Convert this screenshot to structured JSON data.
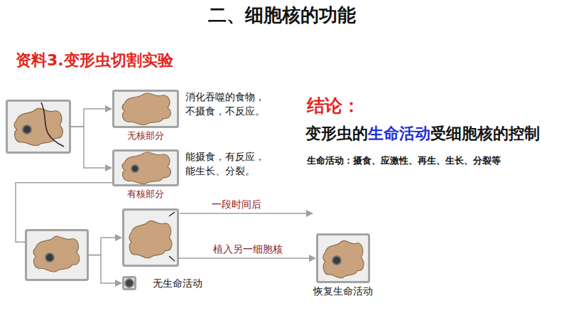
{
  "diagram": {
    "title": "二、细胞核的功能",
    "nodes": [
      {
        "text": []
      },
      {
        "text": [
          "无核部分",
          "消化吞噬的食物， 不摄食，不反应。"
        ]
      },
      {
        "text": [
          "有核部分",
          "能摄食，有反应， 能生长、分裂。"
        ]
      },
      {
        "text": []
      },
      {
        "text": []
      },
      {
        "text": [
          "无生命活动"
        ]
      },
      {
        "text": [
          "恢复生命活动"
        ]
      }
    ],
    "edges": [
      {
        "from": 0,
        "to": 1,
        "arrow": "to"
      },
      {
        "from": 0,
        "to": 2,
        "arrow": "to"
      },
      {
        "from": 2,
        "to": 3,
        "arrow": "none"
      },
      {
        "from": 3,
        "to": 4,
        "arrow": "to"
      },
      {
        "from": 3,
        "to": 5,
        "arrow": "to"
      },
      {
        "from": 4,
        "to": 6,
        "label": "植入另一细胞核",
        "arrow": "to"
      }
    ],
    "labels": [
      "资料3.变形虫切割实验",
      "一段时间后",
      "结论：",
      "变形虫的",
      "生命活动",
      "受细胞核的控制",
      "生命活动：摄食、应激性、再生、生长、分裂等"
    ]
  }
}
